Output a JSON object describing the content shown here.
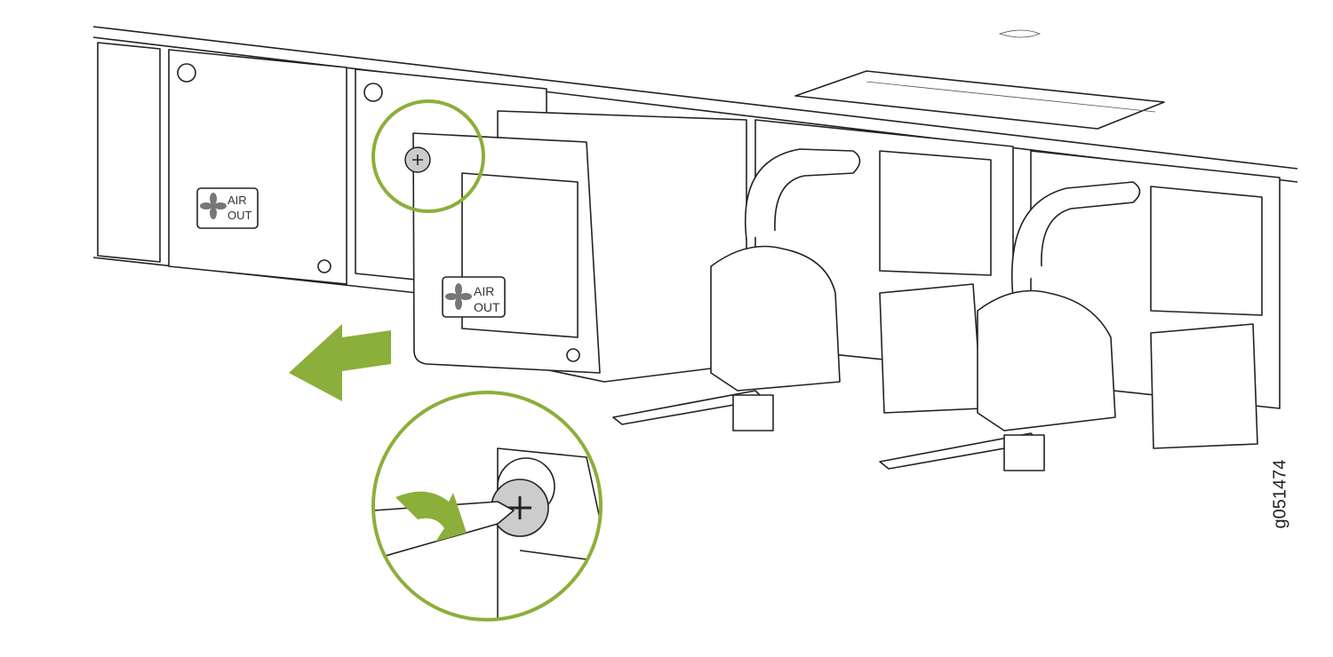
{
  "figure": {
    "fan_label_line1": "AIR",
    "fan_label_line2": "OUT",
    "figure_id": "g051474",
    "accent_color": "#8BAF3A",
    "icons": [
      "fan-icon",
      "airflow-arrow-icon",
      "captive-screw-icon",
      "rotation-arrow-icon",
      "screwdriver-icon"
    ]
  }
}
